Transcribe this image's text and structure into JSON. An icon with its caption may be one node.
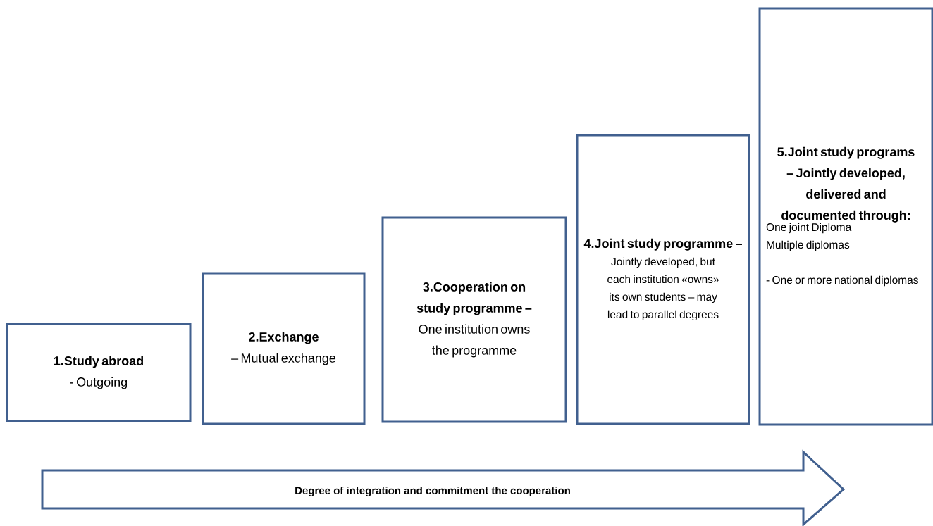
{
  "diagram": {
    "nodes": [
      {
        "text": [
          "1.Study abroad",
          "- Outgoing"
        ]
      },
      {
        "text": [
          "2.Exchange",
          "– Mutual exchange"
        ]
      },
      {
        "text": [
          "3.Cooperation on study programme –",
          "One institution owns the programme"
        ]
      },
      {
        "text": [
          "4.Joint study programme –",
          "Jointly developed, but each institution «owns» its own students – may lead to parallel degrees"
        ]
      },
      {
        "text": [
          "5.Joint study programs – Jointly developed, delivered and documented through:",
          "One joint Diploma",
          "Multiple diplomas",
          "- One or more national diplomas"
        ]
      },
      {
        "text": [
          "Degree of integration and commitment the cooperation"
        ]
      }
    ]
  }
}
